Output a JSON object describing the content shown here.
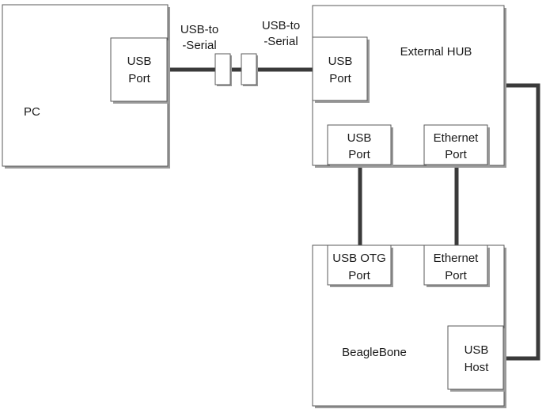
{
  "pc": {
    "label": "PC",
    "usb_port": [
      "USB",
      "Port"
    ]
  },
  "connectors": {
    "left": [
      "USB-to",
      "-Serial"
    ],
    "right": [
      "USB-to",
      "-Serial"
    ]
  },
  "hub": {
    "label": "External HUB",
    "usb_port_in": [
      "USB",
      "Port"
    ],
    "usb_port_out": [
      "USB",
      "Port"
    ],
    "ethernet_port": [
      "Ethernet",
      "Port"
    ]
  },
  "beaglebone": {
    "label": "BeagleBone",
    "usb_otg_port": [
      "USB OTG",
      "Port"
    ],
    "ethernet_port": [
      "Ethernet",
      "Port"
    ],
    "usb_host": [
      "USB",
      "Host"
    ]
  },
  "colors": {
    "wire": "#3a3a3a",
    "box_border": "#5a5a5a",
    "text": "#1a1a1a"
  }
}
